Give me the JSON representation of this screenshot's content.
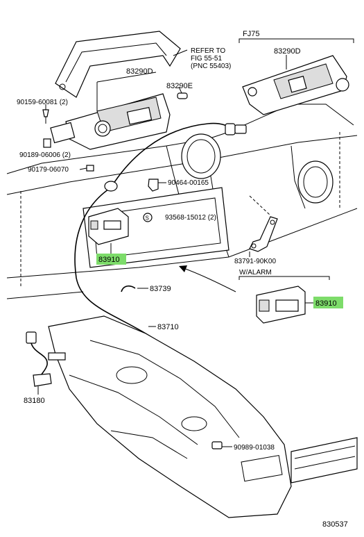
{
  "labels": {
    "refer_line1": "REFER TO",
    "refer_line2": "FIG 55-51",
    "refer_line3": "(PNC 55403)",
    "fj75": "FJ75",
    "p83290d_right": "83290D",
    "p83290d_left": "83290D",
    "p83290e": "83290E",
    "p90159": "90159-60081 (2)",
    "p90189": "90189-06006 (2)",
    "p90179": "90179-06070",
    "p90464": "90464-00165",
    "p93568": "93568-15012 (2)",
    "p83791": "83791-90K00",
    "p83910_main": "83910",
    "p83910_alarm": "83910",
    "w_alarm": "W/ALARM",
    "p83739": "83739",
    "p83710": "83710",
    "p83180": "83180",
    "p90989": "90989-01038",
    "fig_num": "830537"
  },
  "highlight_color": "#7ddc6a"
}
